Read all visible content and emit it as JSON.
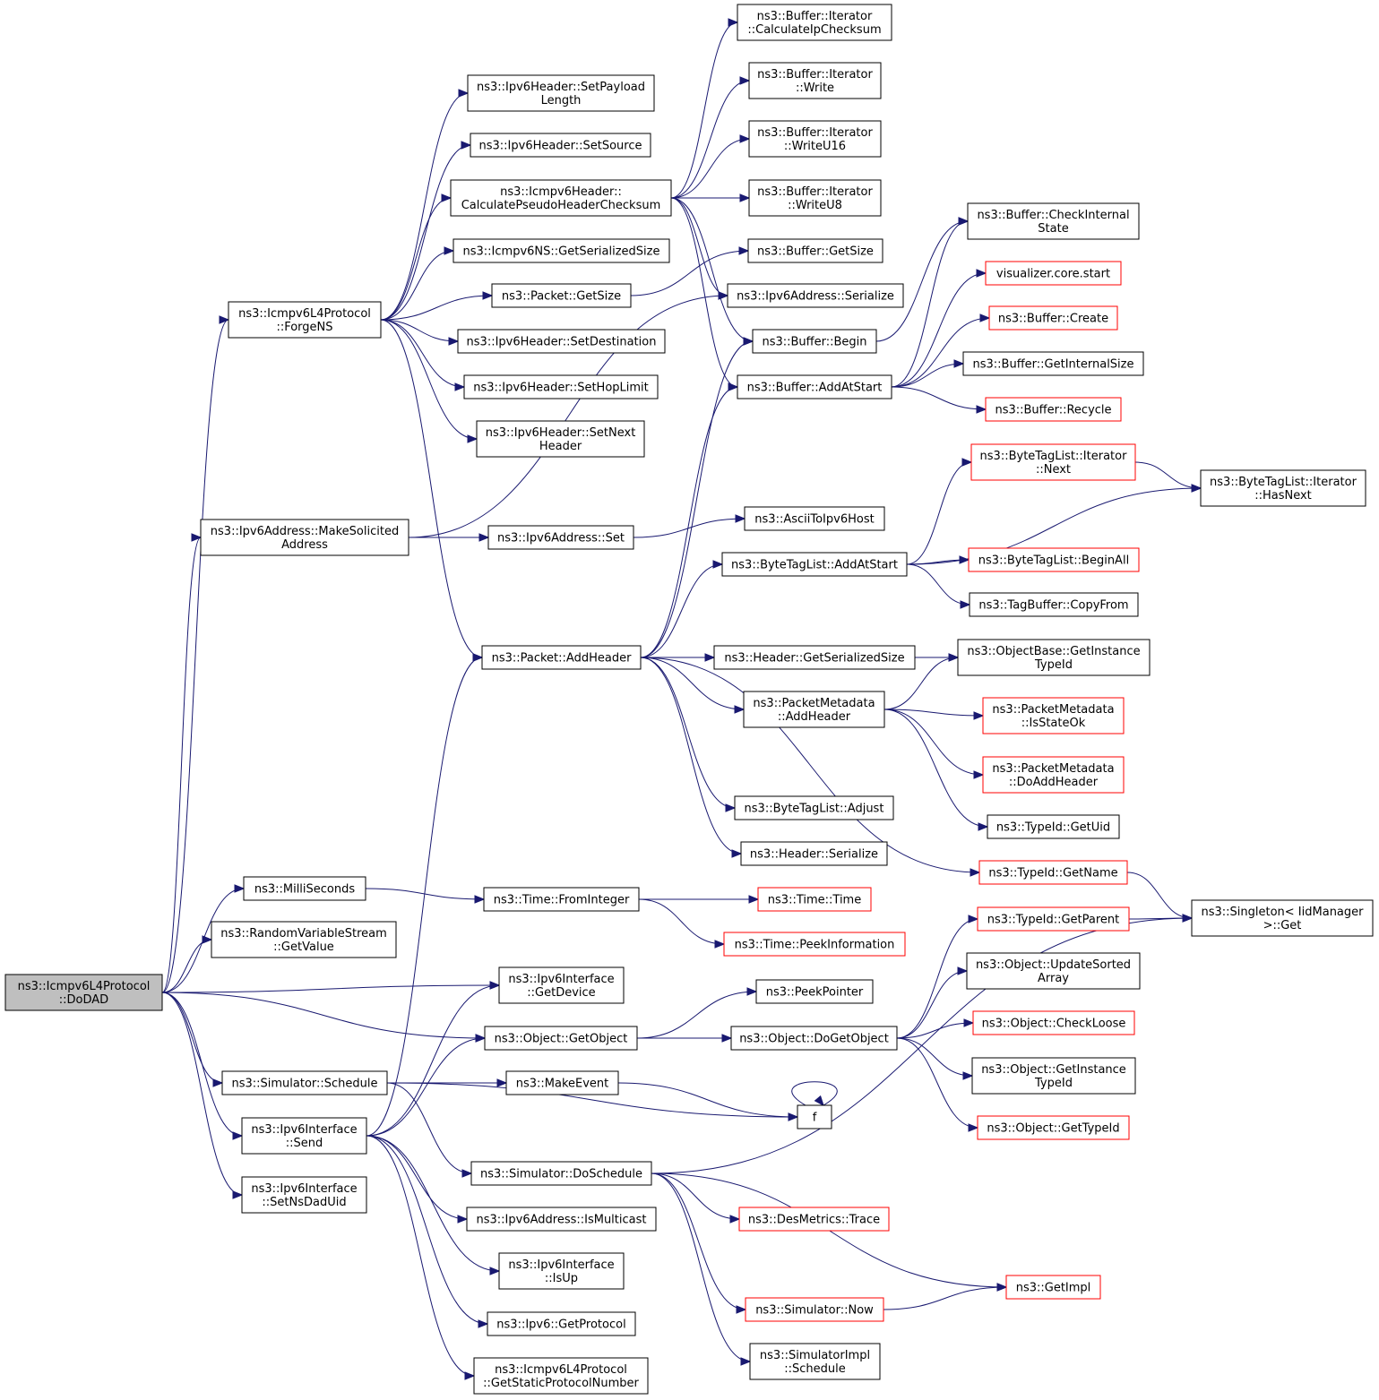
{
  "diagram": {
    "type": "call-graph",
    "nodes": [
      {
        "id": "dodad",
        "lines": [
          "ns3::Icmpv6L4Protocol",
          "::DoDAD"
        ],
        "style": "root"
      },
      {
        "id": "forgens",
        "lines": [
          "ns3::Icmpv6L4Protocol",
          "::ForgeNS"
        ]
      },
      {
        "id": "makesolicited",
        "lines": [
          "ns3::Ipv6Address::MakeSolicited",
          "Address"
        ]
      },
      {
        "id": "milliseconds",
        "lines": [
          "ns3::MilliSeconds"
        ]
      },
      {
        "id": "rvsgetvalue",
        "lines": [
          "ns3::RandomVariableStream",
          "::GetValue"
        ]
      },
      {
        "id": "ifgetdevice",
        "lines": [
          "ns3::Ipv6Interface",
          "::GetDevice"
        ]
      },
      {
        "id": "getobject",
        "lines": [
          "ns3::Object::GetObject"
        ]
      },
      {
        "id": "simschedule",
        "lines": [
          "ns3::Simulator::Schedule"
        ]
      },
      {
        "id": "ifsend",
        "lines": [
          "ns3::Ipv6Interface",
          "::Send"
        ]
      },
      {
        "id": "setnsdaduid",
        "lines": [
          "ns3::Ipv6Interface",
          "::SetNsDadUid"
        ]
      },
      {
        "id": "setpayloadlen",
        "lines": [
          "ns3::Ipv6Header::SetPayload",
          "Length"
        ]
      },
      {
        "id": "setsource",
        "lines": [
          "ns3::Ipv6Header::SetSource"
        ]
      },
      {
        "id": "calcpseudo",
        "lines": [
          "ns3::Icmpv6Header::",
          "CalculatePseudoHeaderChecksum"
        ]
      },
      {
        "id": "nsgetsersize",
        "lines": [
          "ns3::Icmpv6NS::GetSerializedSize"
        ]
      },
      {
        "id": "pktgetsize",
        "lines": [
          "ns3::Packet::GetSize"
        ]
      },
      {
        "id": "setdest",
        "lines": [
          "ns3::Ipv6Header::SetDestination"
        ]
      },
      {
        "id": "sethoplimit",
        "lines": [
          "ns3::Ipv6Header::SetHopLimit"
        ]
      },
      {
        "id": "setnextheader",
        "lines": [
          "ns3::Ipv6Header::SetNext",
          "Header"
        ]
      },
      {
        "id": "addrset",
        "lines": [
          "ns3::Ipv6Address::Set"
        ]
      },
      {
        "id": "addheader",
        "lines": [
          "ns3::Packet::AddHeader"
        ]
      },
      {
        "id": "fromint",
        "lines": [
          "ns3::Time::FromInteger"
        ]
      },
      {
        "id": "makeevent",
        "lines": [
          "ns3::MakeEvent"
        ]
      },
      {
        "id": "doschedule",
        "lines": [
          "ns3::Simulator::DoSchedule"
        ]
      },
      {
        "id": "ismulticast",
        "lines": [
          "ns3::Ipv6Address::IsMulticast"
        ]
      },
      {
        "id": "isup",
        "lines": [
          "ns3::Ipv6Interface",
          "::IsUp"
        ]
      },
      {
        "id": "getprotocol",
        "lines": [
          "ns3::Ipv6::GetProtocol"
        ]
      },
      {
        "id": "getstaticproto",
        "lines": [
          "ns3::Icmpv6L4Protocol",
          "::GetStaticProtocolNumber"
        ]
      },
      {
        "id": "itcalcip",
        "lines": [
          "ns3::Buffer::Iterator",
          "::CalculateIpChecksum"
        ]
      },
      {
        "id": "itwrite",
        "lines": [
          "ns3::Buffer::Iterator",
          "::Write"
        ]
      },
      {
        "id": "itwriteu16",
        "lines": [
          "ns3::Buffer::Iterator",
          "::WriteU16"
        ]
      },
      {
        "id": "itwriteu8",
        "lines": [
          "ns3::Buffer::Iterator",
          "::WriteU8"
        ]
      },
      {
        "id": "bufgetsize",
        "lines": [
          "ns3::Buffer::GetSize"
        ]
      },
      {
        "id": "addrserialize",
        "lines": [
          "ns3::Ipv6Address::Serialize"
        ]
      },
      {
        "id": "bufbegin",
        "lines": [
          "ns3::Buffer::Begin"
        ]
      },
      {
        "id": "bufaddatstart",
        "lines": [
          "ns3::Buffer::AddAtStart"
        ]
      },
      {
        "id": "asciitoipv6",
        "lines": [
          "ns3::AsciiToIpv6Host"
        ]
      },
      {
        "id": "btladdatstart",
        "lines": [
          "ns3::ByteTagList::AddAtStart"
        ]
      },
      {
        "id": "hdrgetsersize",
        "lines": [
          "ns3::Header::GetSerializedSize"
        ]
      },
      {
        "id": "pmaddheader",
        "lines": [
          "ns3::PacketMetadata",
          "::AddHeader"
        ]
      },
      {
        "id": "btladjust",
        "lines": [
          "ns3::ByteTagList::Adjust"
        ]
      },
      {
        "id": "hdrserialize",
        "lines": [
          "ns3::Header::Serialize"
        ]
      },
      {
        "id": "timetime",
        "lines": [
          "ns3::Time::Time"
        ],
        "style": "red"
      },
      {
        "id": "peekinfo",
        "lines": [
          "ns3::Time::PeekInformation"
        ],
        "style": "red"
      },
      {
        "id": "peekpointer",
        "lines": [
          "ns3::PeekPointer"
        ]
      },
      {
        "id": "dogetobject",
        "lines": [
          "ns3::Object::DoGetObject"
        ]
      },
      {
        "id": "f",
        "lines": [
          "f"
        ]
      },
      {
        "id": "destrace",
        "lines": [
          "ns3::DesMetrics::Trace"
        ],
        "style": "red"
      },
      {
        "id": "simnow",
        "lines": [
          "ns3::Simulator::Now"
        ],
        "style": "red"
      },
      {
        "id": "simimplschedule",
        "lines": [
          "ns3::SimulatorImpl",
          "::Schedule"
        ]
      },
      {
        "id": "checkinternal",
        "lines": [
          "ns3::Buffer::CheckInternal",
          "State"
        ]
      },
      {
        "id": "vizstart",
        "lines": [
          "visualizer.core.start"
        ],
        "style": "red"
      },
      {
        "id": "bufcreate",
        "lines": [
          "ns3::Buffer::Create"
        ],
        "style": "red"
      },
      {
        "id": "bufgetinternal",
        "lines": [
          "ns3::Buffer::GetInternalSize"
        ]
      },
      {
        "id": "bufrecycle",
        "lines": [
          "ns3::Buffer::Recycle"
        ],
        "style": "red"
      },
      {
        "id": "btlitnext",
        "lines": [
          "ns3::ByteTagList::Iterator",
          "::Next"
        ],
        "style": "red"
      },
      {
        "id": "btlbeginall",
        "lines": [
          "ns3::ByteTagList::BeginAll"
        ],
        "style": "red"
      },
      {
        "id": "tagbufcopy",
        "lines": [
          "ns3::TagBuffer::CopyFrom"
        ]
      },
      {
        "id": "obgetinstance",
        "lines": [
          "ns3::ObjectBase::GetInstance",
          "TypeId"
        ]
      },
      {
        "id": "pmisstateok",
        "lines": [
          "ns3::PacketMetadata",
          "::IsStateOk"
        ],
        "style": "red"
      },
      {
        "id": "pmdoaddheader",
        "lines": [
          "ns3::PacketMetadata",
          "::DoAddHeader"
        ],
        "style": "red"
      },
      {
        "id": "typeidgetuid",
        "lines": [
          "ns3::TypeId::GetUid"
        ]
      },
      {
        "id": "typeidgetname",
        "lines": [
          "ns3::TypeId::GetName"
        ],
        "style": "red"
      },
      {
        "id": "typeidgetparent",
        "lines": [
          "ns3::TypeId::GetParent"
        ],
        "style": "red"
      },
      {
        "id": "objupdatesorted",
        "lines": [
          "ns3::Object::UpdateSorted",
          "Array"
        ]
      },
      {
        "id": "objcheckloose",
        "lines": [
          "ns3::Object::CheckLoose"
        ],
        "style": "red"
      },
      {
        "id": "objgetinstance",
        "lines": [
          "ns3::Object::GetInstance",
          "TypeId"
        ]
      },
      {
        "id": "objgettypeid",
        "lines": [
          "ns3::Object::GetTypeId"
        ],
        "style": "red"
      },
      {
        "id": "getimpl",
        "lines": [
          "ns3::GetImpl"
        ],
        "style": "red"
      },
      {
        "id": "btlithasnext",
        "lines": [
          "ns3::ByteTagList::Iterator",
          "::HasNext"
        ]
      },
      {
        "id": "singletonget",
        "lines": [
          "ns3::Singleton< IidManager",
          ">::Get"
        ]
      }
    ],
    "edges": [
      [
        "dodad",
        "forgens"
      ],
      [
        "dodad",
        "makesolicited"
      ],
      [
        "dodad",
        "milliseconds"
      ],
      [
        "dodad",
        "rvsgetvalue"
      ],
      [
        "dodad",
        "ifgetdevice"
      ],
      [
        "dodad",
        "getobject"
      ],
      [
        "dodad",
        "simschedule"
      ],
      [
        "dodad",
        "ifsend"
      ],
      [
        "dodad",
        "setnsdaduid"
      ],
      [
        "forgens",
        "setpayloadlen"
      ],
      [
        "forgens",
        "setsource"
      ],
      [
        "forgens",
        "calcpseudo"
      ],
      [
        "forgens",
        "nsgetsersize"
      ],
      [
        "forgens",
        "pktgetsize"
      ],
      [
        "forgens",
        "setdest"
      ],
      [
        "forgens",
        "sethoplimit"
      ],
      [
        "forgens",
        "setnextheader"
      ],
      [
        "forgens",
        "addheader"
      ],
      [
        "makesolicited",
        "addrserialize"
      ],
      [
        "makesolicited",
        "addrset"
      ],
      [
        "milliseconds",
        "fromint"
      ],
      [
        "simschedule",
        "makeevent"
      ],
      [
        "simschedule",
        "f"
      ],
      [
        "simschedule",
        "doschedule"
      ],
      [
        "ifsend",
        "addheader"
      ],
      [
        "ifsend",
        "ifgetdevice"
      ],
      [
        "ifsend",
        "getobject"
      ],
      [
        "ifsend",
        "ismulticast"
      ],
      [
        "ifsend",
        "isup"
      ],
      [
        "ifsend",
        "getprotocol"
      ],
      [
        "ifsend",
        "getstaticproto"
      ],
      [
        "calcpseudo",
        "itcalcip"
      ],
      [
        "calcpseudo",
        "itwrite"
      ],
      [
        "calcpseudo",
        "itwriteu16"
      ],
      [
        "calcpseudo",
        "itwriteu8"
      ],
      [
        "calcpseudo",
        "addrserialize"
      ],
      [
        "calcpseudo",
        "bufbegin"
      ],
      [
        "calcpseudo",
        "bufaddatstart"
      ],
      [
        "pktgetsize",
        "bufgetsize"
      ],
      [
        "addrset",
        "asciitoipv6"
      ],
      [
        "addheader",
        "bufaddatstart"
      ],
      [
        "addheader",
        "bufbegin"
      ],
      [
        "addheader",
        "btladdatstart"
      ],
      [
        "addheader",
        "hdrgetsersize"
      ],
      [
        "addheader",
        "pmaddheader"
      ],
      [
        "addheader",
        "btladjust"
      ],
      [
        "addheader",
        "hdrserialize"
      ],
      [
        "addheader",
        "obgetinstance"
      ],
      [
        "addheader",
        "typeidgetname"
      ],
      [
        "fromint",
        "timetime"
      ],
      [
        "fromint",
        "peekinfo"
      ],
      [
        "getobject",
        "peekpointer"
      ],
      [
        "getobject",
        "dogetobject"
      ],
      [
        "makeevent",
        "f"
      ],
      [
        "f",
        "f"
      ],
      [
        "doschedule",
        "singletonget"
      ],
      [
        "doschedule",
        "destrace"
      ],
      [
        "doschedule",
        "getimpl"
      ],
      [
        "doschedule",
        "simnow"
      ],
      [
        "doschedule",
        "simimplschedule"
      ],
      [
        "simnow",
        "getimpl"
      ],
      [
        "bufbegin",
        "checkinternal"
      ],
      [
        "bufaddatstart",
        "checkinternal"
      ],
      [
        "bufaddatstart",
        "vizstart"
      ],
      [
        "bufaddatstart",
        "bufcreate"
      ],
      [
        "bufaddatstart",
        "bufgetinternal"
      ],
      [
        "bufaddatstart",
        "bufrecycle"
      ],
      [
        "btladdatstart",
        "btlitnext"
      ],
      [
        "btladdatstart",
        "btlithasnext"
      ],
      [
        "btladdatstart",
        "btlbeginall"
      ],
      [
        "btladdatstart",
        "tagbufcopy"
      ],
      [
        "btlitnext",
        "btlithasnext"
      ],
      [
        "pmaddheader",
        "obgetinstance"
      ],
      [
        "pmaddheader",
        "pmisstateok"
      ],
      [
        "pmaddheader",
        "pmdoaddheader"
      ],
      [
        "pmaddheader",
        "typeidgetuid"
      ],
      [
        "typeidgetname",
        "singletonget"
      ],
      [
        "typeidgetparent",
        "singletonget"
      ],
      [
        "dogetobject",
        "typeidgetparent"
      ],
      [
        "dogetobject",
        "objupdatesorted"
      ],
      [
        "dogetobject",
        "objcheckloose"
      ],
      [
        "dogetobject",
        "objgetinstance"
      ],
      [
        "dogetobject",
        "objgettypeid"
      ]
    ]
  },
  "colors": {
    "edge": "#191970",
    "node_border": "#000000",
    "node_border_unresolved": "#ff0000",
    "root_fill": "#bfbfbf",
    "background": "#ffffff"
  }
}
